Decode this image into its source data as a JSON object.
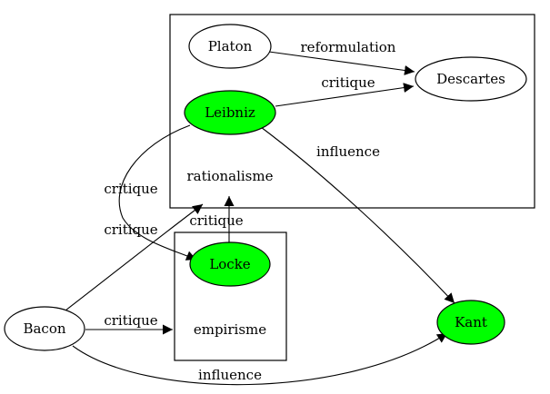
{
  "diagram": {
    "clusters": {
      "rationalisme": "rationalisme",
      "empirisme": "empirisme"
    },
    "nodes": {
      "platon": {
        "label": "Platon",
        "fill": "#ffffff"
      },
      "descartes": {
        "label": "Descartes",
        "fill": "#ffffff"
      },
      "leibniz": {
        "label": "Leibniz",
        "fill": "#00ff00"
      },
      "locke": {
        "label": "Locke",
        "fill": "#00ff00"
      },
      "bacon": {
        "label": "Bacon",
        "fill": "#ffffff"
      },
      "kant": {
        "label": "Kant",
        "fill": "#00ff00"
      }
    },
    "edges": {
      "platon_descartes": "reformulation",
      "leibniz_descartes": "critique",
      "leibniz_kant": "influence",
      "leibniz_locke": "critique",
      "bacon_rationalisme": "critique",
      "locke_rationalisme": "critique",
      "bacon_empirisme": "critique",
      "bacon_kant": "influence"
    }
  }
}
